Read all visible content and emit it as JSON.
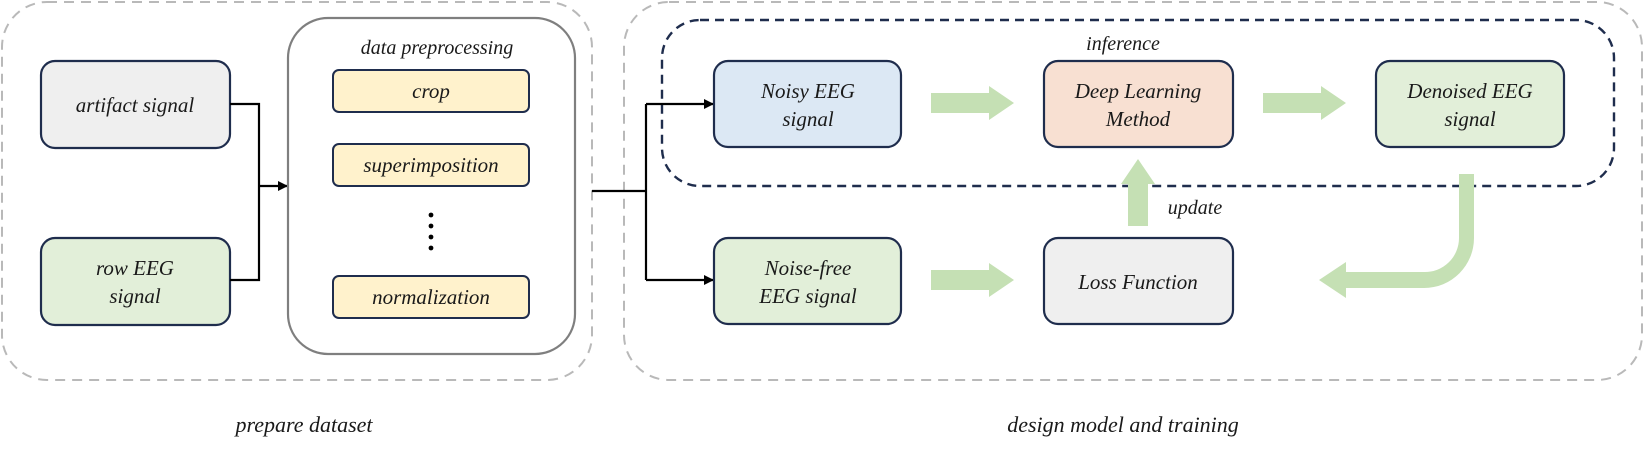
{
  "colors": {
    "box_border": "#1f2d4d",
    "artifact_fill": "#efefef",
    "eeg_fill": "#e2efd9",
    "preprocess_step_fill": "#fff2cc",
    "noisy_fill": "#dce8f4",
    "deep_learning_fill": "#f8e0d2",
    "loss_fill": "#efefef",
    "flow_arrow": "#c5e0b4",
    "dashed_outline": "#b9b9b9",
    "inference_outline": "#1f2d4d",
    "preprocess_outline": "#7f7f7f"
  },
  "prepare": {
    "artifact_signal": "artifact signal",
    "row_eeg_line1": "row EEG",
    "row_eeg_line2": "signal",
    "preprocessing_title": "data preprocessing",
    "steps": [
      "crop",
      "superimposition",
      "normalization"
    ],
    "ellipsis": "⋮",
    "caption": "prepare dataset"
  },
  "training": {
    "inference_label": "inference",
    "noisy_line1": "Noisy EEG",
    "noisy_line2": "signal",
    "deep_line1": "Deep Learning",
    "deep_line2": "Method",
    "denoised_line1": "Denoised EEG",
    "denoised_line2": "signal",
    "noisefree_line1": "Noise-free",
    "noisefree_line2": "EEG signal",
    "loss_function": "Loss Function",
    "update_label": "update",
    "caption": "design model and training"
  }
}
